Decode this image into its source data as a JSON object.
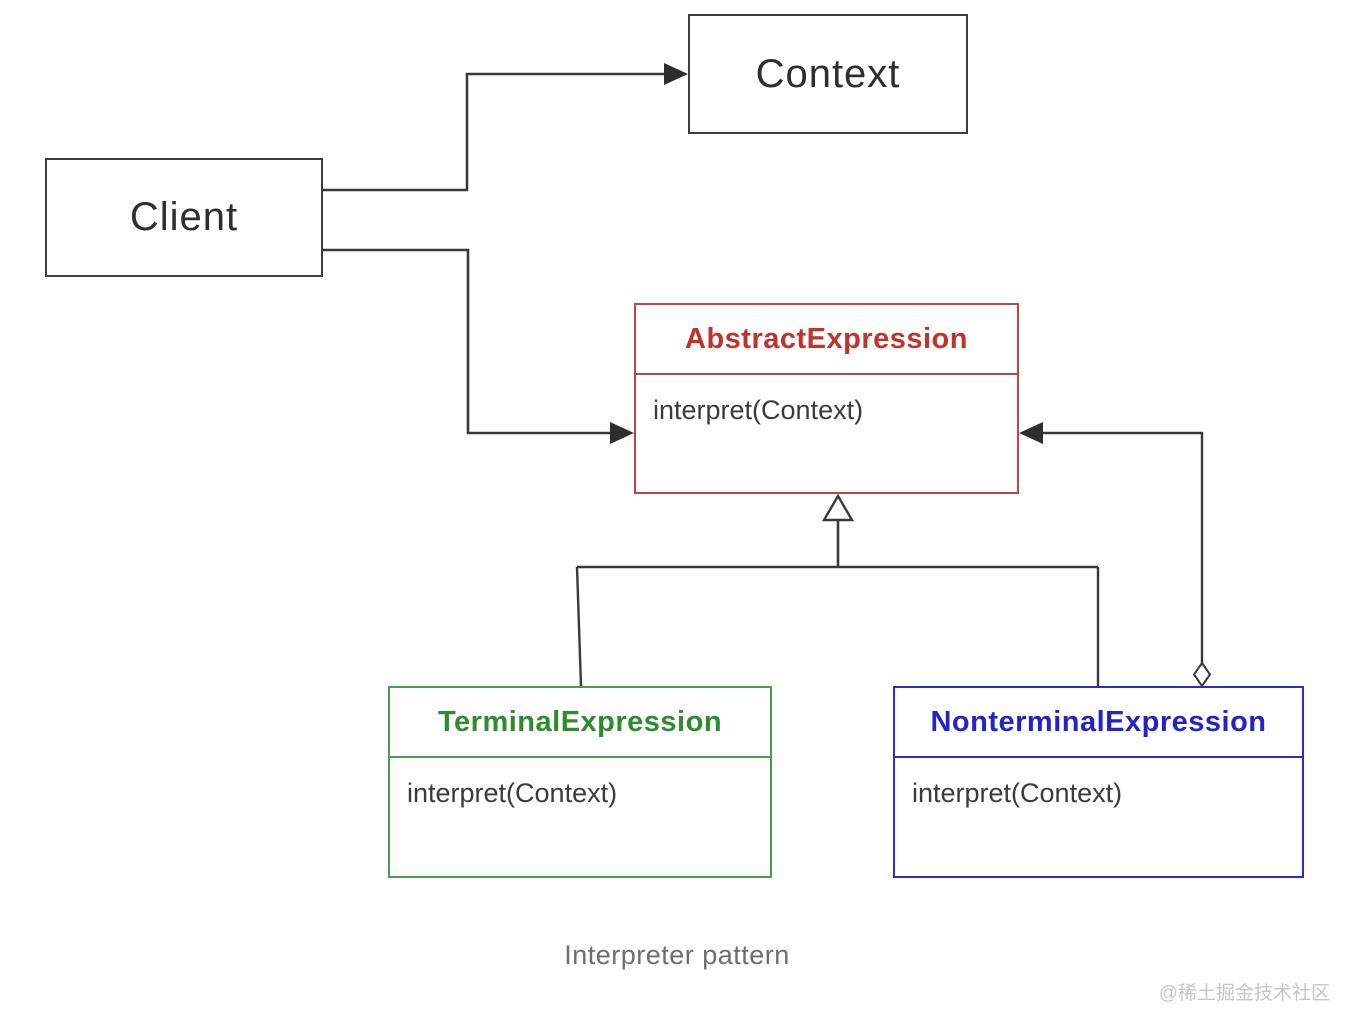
{
  "diagram": {
    "caption": "Interpreter pattern",
    "watermark": "@稀土掘金技术社区",
    "colors": {
      "plain_box_border": "#3d3d3d",
      "connector_line": "#3a3a3a",
      "abstract_red_border": "#bb4540",
      "abstract_red_text": "#c0322c",
      "terminal_green_border": "#4e9a4e",
      "terminal_green_text": "#2e8b2e",
      "nonterminal_blue_border": "#2b2bd5",
      "nonterminal_blue_text": "#2323cc",
      "method_text": "#3b3b3b",
      "caption_gray": "#6e6e6e",
      "watermark_gray": "#c6c6c6"
    },
    "nodes": {
      "client": {
        "label": "Client"
      },
      "context": {
        "label": "Context"
      },
      "abstract_expression": {
        "title": "AbstractExpression",
        "method": "interpret(Context)"
      },
      "terminal_expression": {
        "title": "TerminalExpression",
        "method": "interpret(Context)"
      },
      "nonterminal_expression": {
        "title": "NonterminalExpression",
        "method": "interpret(Context)"
      }
    },
    "relationships": [
      {
        "from": "Client",
        "to": "Context",
        "type": "directed-association"
      },
      {
        "from": "Client",
        "to": "AbstractExpression",
        "type": "directed-association"
      },
      {
        "from": "TerminalExpression",
        "to": "AbstractExpression",
        "type": "generalization"
      },
      {
        "from": "NonterminalExpression",
        "to": "AbstractExpression",
        "type": "generalization"
      },
      {
        "from": "NonterminalExpression",
        "to": "AbstractExpression",
        "type": "aggregation"
      }
    ]
  }
}
